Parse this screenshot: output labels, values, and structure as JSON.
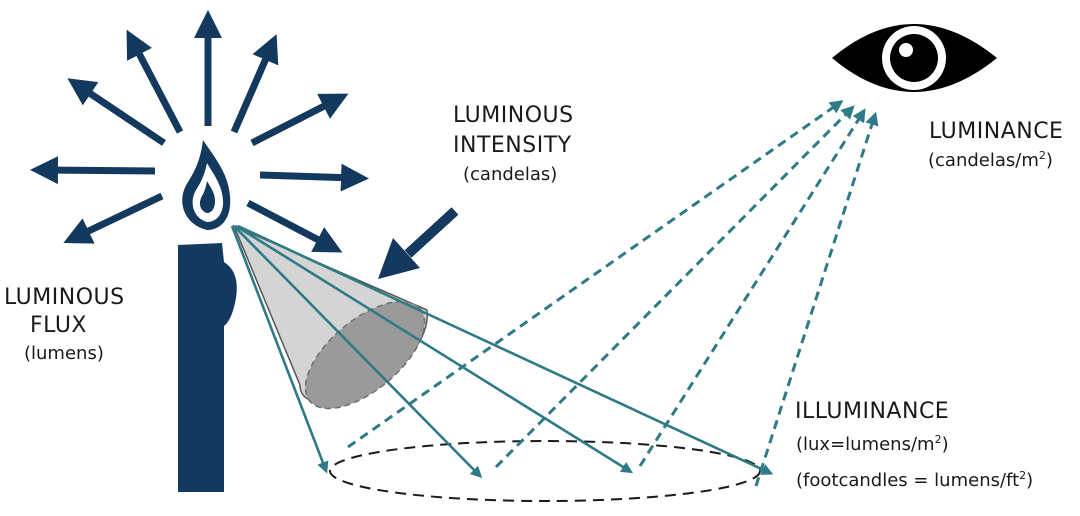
{
  "colors": {
    "candle": "#14395e",
    "ray": "#2e7a86",
    "cone_fill": "#d4d4d4",
    "cone_base": "#9a9a9a",
    "eye": "#000000",
    "text": "#1a1a1a"
  },
  "icons": {
    "eye": "eye-icon",
    "candle": "candle-icon",
    "flame": "flame-icon"
  },
  "labels": {
    "luminous_flux": {
      "line1": "LUMINOUS",
      "line2": "FLUX",
      "unit": "(lumens)"
    },
    "luminous_intensity": {
      "line1": "LUMINOUS",
      "line2": "INTENSITY",
      "unit": "(candelas)"
    },
    "luminance": {
      "title": "LUMINANCE",
      "unit_prefix": "(candelas/m",
      "unit_sup": "2",
      "unit_suffix": ")"
    },
    "illuminance": {
      "title": "ILLUMINANCE",
      "unit1_prefix": "(lux=lumens/m",
      "unit1_sup": "2",
      "unit1_suffix": ")",
      "unit2_prefix": "(footcandles = lumens/ft",
      "unit2_sup": "2",
      "unit2_suffix": ")"
    }
  }
}
